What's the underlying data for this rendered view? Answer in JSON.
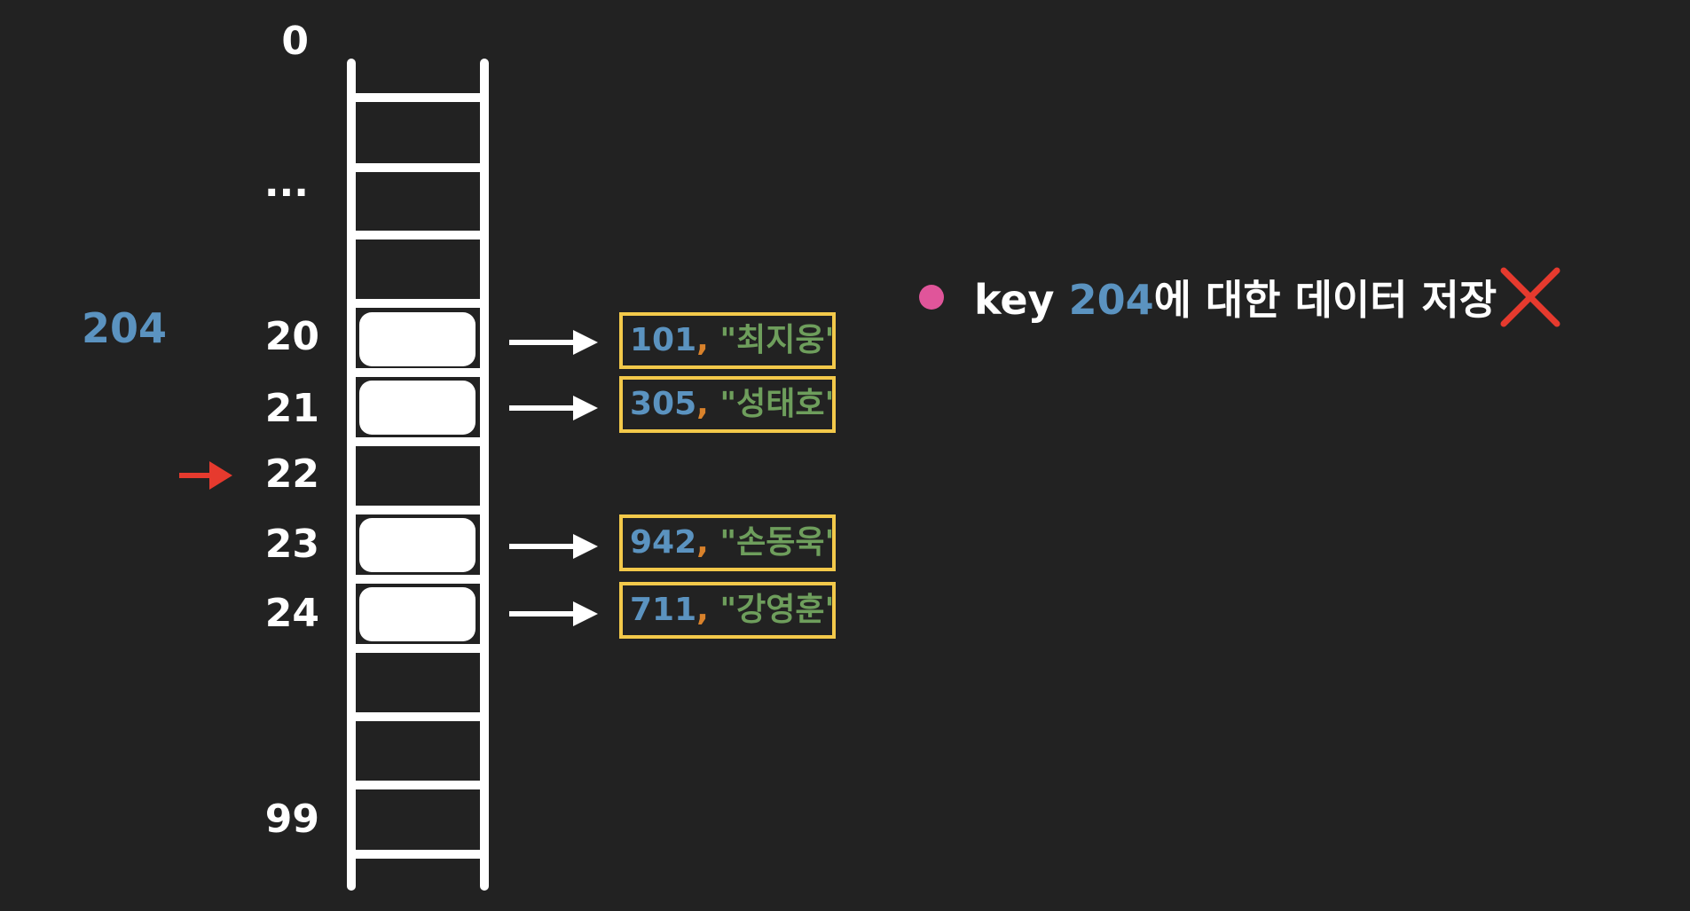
{
  "colors": {
    "background": "#222222",
    "slot": "#ffffff",
    "key_blue": "#5b93c0",
    "value_green": "#6e9e5c",
    "comma_orange": "#d9822b",
    "record_border": "#f3c94a",
    "bullet_pink": "#e0559a",
    "red": "#e63a2e"
  },
  "probe_key": "204",
  "index_labels": {
    "i0": "0",
    "ellipsis": "...",
    "i20": "20",
    "i21": "21",
    "i22": "22",
    "i23": "23",
    "i24": "24",
    "i99": "99"
  },
  "records": [
    {
      "key": "101",
      "comma": ",",
      "value": "\"최지웅\""
    },
    {
      "key": "305",
      "comma": ",",
      "value": "\"성태호\""
    },
    {
      "key": "942",
      "comma": ",",
      "value": "\"손동욱\""
    },
    {
      "key": "711",
      "comma": ",",
      "value": "\"강영훈\""
    }
  ],
  "note": {
    "prefix": "key ",
    "key": "204",
    "suffix": "에 대한 데이터 저장",
    "mark_icon": "x-mark-icon"
  }
}
